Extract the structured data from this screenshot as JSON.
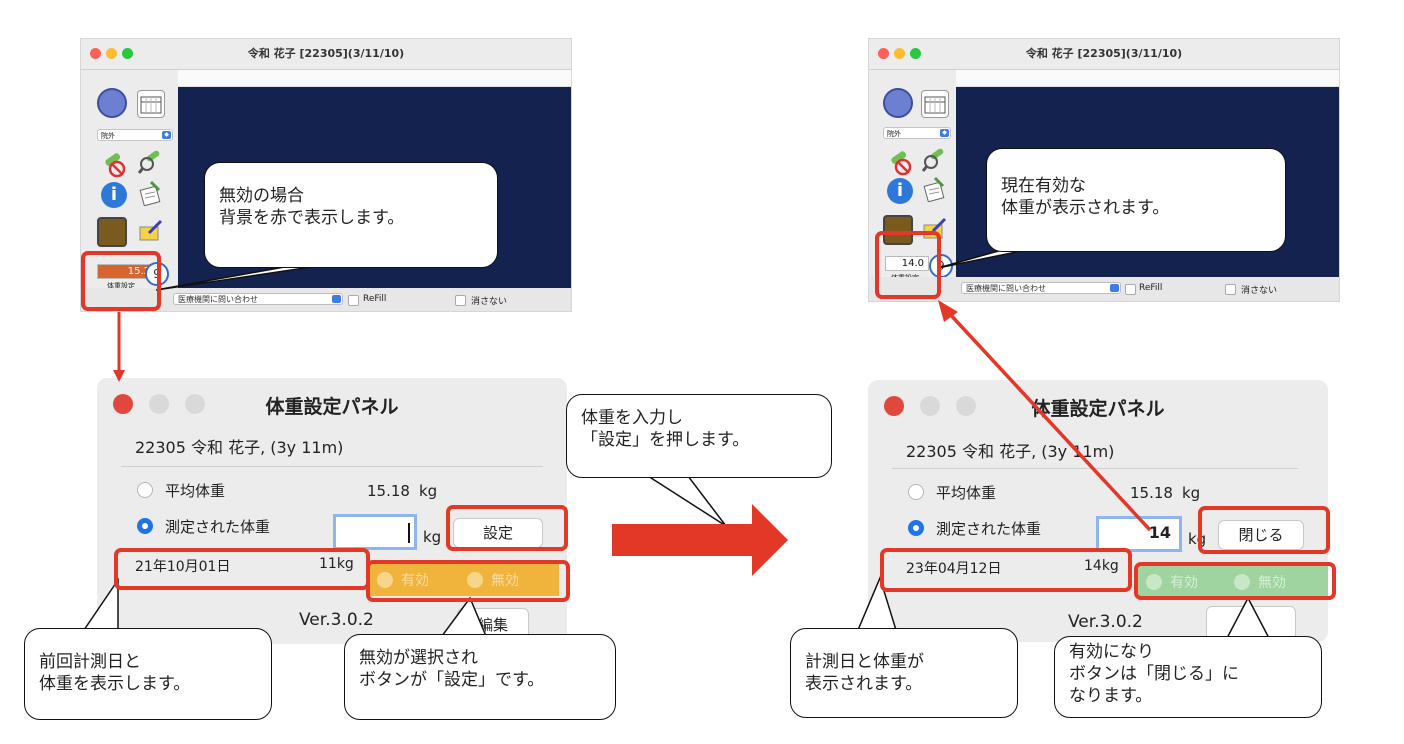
{
  "left_app": {
    "title": "令和 花子 [22305](3/11/10)",
    "location_select": "院外",
    "weight_value": "15.2",
    "weight_label": "体重設定",
    "count_badge": "9",
    "inquiry_select": "医療機関に問い合わせ",
    "refill_label": "ReFill",
    "keep_label": "消さない",
    "weight_bg_color": "#d9652e"
  },
  "right_app": {
    "title": "令和 花子 [22305](3/11/10)",
    "location_select": "院外",
    "weight_value": "14.0",
    "weight_label": "体重設定",
    "count_badge": "9",
    "inquiry_select": "医療機関に問い合わせ",
    "refill_label": "ReFill",
    "keep_label": "消さない"
  },
  "left_panel": {
    "title": "体重設定パネル",
    "patient": "22305 令和 花子, (3y 11m)",
    "avg_label": "平均体重",
    "avg_value": "15.18",
    "unit": "kg",
    "measured_label": "測定された体重",
    "input_value": "",
    "input_unit": "kg",
    "action_button": "設定",
    "last_date": "21年10月01日",
    "last_weight": "11kg",
    "valid_label": "有効",
    "invalid_label": "無効",
    "status_color": "#f0b43c",
    "version": "Ver.3.0.2",
    "edit_button": "編集"
  },
  "right_panel": {
    "title": "体重設定パネル",
    "patient": "22305 令和 花子, (3y 11m)",
    "avg_label": "平均体重",
    "avg_value": "15.18",
    "unit": "kg",
    "measured_label": "測定された体重",
    "input_value": "14",
    "input_unit": "kg",
    "action_button": "閉じる",
    "last_date": "23年04月12日",
    "last_weight": "14kg",
    "valid_label": "有効",
    "invalid_label": "無効",
    "status_color": "#9fd39f",
    "version": "Ver.3.0.2"
  },
  "callouts": {
    "invalid_bg": [
      "無効の場合",
      "背景を赤で表示します。"
    ],
    "current_valid": [
      "現在有効な",
      "体重が表示されます。"
    ],
    "enter_weight": [
      "体重を入力し",
      "「設定」を押します。"
    ],
    "prev_measure": [
      "前回計測日と",
      "体重を表示します。"
    ],
    "invalid_selected": [
      "無効が選択され",
      "ボタンが「設定」です。"
    ],
    "measured_shown": [
      "計測日と体重が",
      "表示されます。"
    ],
    "becomes_valid": [
      "有効になり",
      "ボタンは「閉じる」に",
      "なります。"
    ]
  },
  "colors": {
    "highlight_red": "#e33727",
    "arrow_red": "#e33727",
    "navy": "#14224f"
  }
}
